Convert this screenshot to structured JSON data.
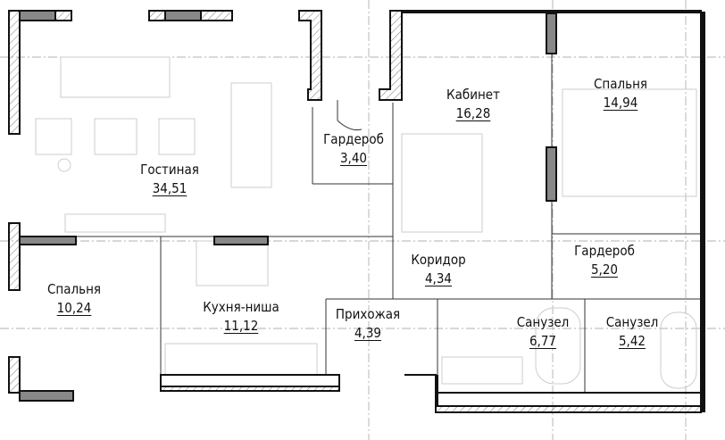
{
  "rooms": [
    {
      "name": "Гостиная",
      "area": "34,51"
    },
    {
      "name": "Гардероб",
      "area": "3,40"
    },
    {
      "name": "Кабинет",
      "area": "16,28"
    },
    {
      "name": "Спальня",
      "area": "14,94"
    },
    {
      "name": "Коридор",
      "area": "4,34"
    },
    {
      "name": "Гардероб",
      "area": "5,20"
    },
    {
      "name": "Спальня",
      "area": "10,24"
    },
    {
      "name": "Кухня-ниша",
      "area": "11,12"
    },
    {
      "name": "Прихожая",
      "area": "4,39"
    },
    {
      "name": "Санузел",
      "area": "6,77"
    },
    {
      "name": "Санузел",
      "area": "5,42"
    }
  ],
  "colors": {
    "wall": "#111111",
    "bearing_wall_fill": "#888888",
    "furniture": "#cccccc"
  }
}
